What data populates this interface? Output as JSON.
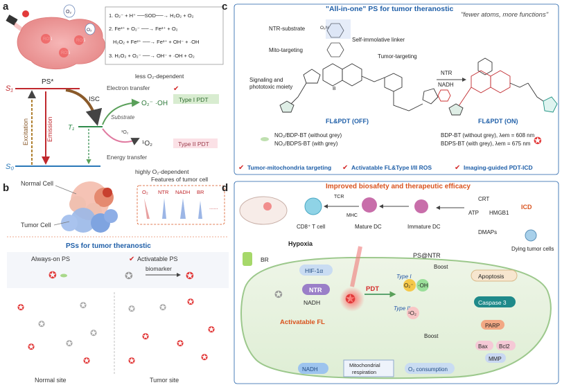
{
  "panel_letters": [
    "a",
    "b",
    "c",
    "d"
  ],
  "a": {
    "o2_label": "O₂",
    "o2_label2": "O₂",
    "ros_label": "ROS",
    "reactions": [
      "1. O₂⁻ + H⁺ ──SOD──→ H₂O₂ + O₂",
      "2. Fe³⁺ + O₂⁻ ──→ Fe²⁺ + O₂",
      "H₂O₂ + Fe²⁺ ──→ Fe³⁺ + OH⁻ + ·OH",
      "3. H₂O₂ + O₂⁻ ──→ OH⁻ + ·OH + O₂"
    ],
    "s1": "S₁",
    "ps_star": "PS*",
    "isc": "ISC",
    "t1": "T₁",
    "s0": "S₀",
    "excitation": "Excitation",
    "emission": "Emission",
    "less_o2": "less O₂-dependent",
    "electron_transfer": "Electron transfer",
    "superoxide": "O₂⁻ ·OH",
    "type1": "Type I PDT",
    "substrate": "Substrate",
    "singlet_o2_small": "³O₂",
    "singlet_o2": "¹O₂",
    "type2": "Type II PDT",
    "energy_transfer": "Energy transfer",
    "highly_o2": "highly O₂-dependent"
  },
  "b": {
    "normal_cell": "Normal Cell",
    "tumor_cell": "Tumor Cell",
    "features_title": "Features of tumor cell",
    "features": [
      "O₂",
      "NTR",
      "NADH",
      "BR",
      "......"
    ],
    "psts_title": "PSs for tumor theranostic",
    "always_on": "Always-on PS",
    "activatable": "Activatable PS",
    "biomarker": "biomarker",
    "normal_site": "Normal site",
    "tumor_site": "Tumor site"
  },
  "c": {
    "title": "\"All-in-one\" PS for tumor theranostic",
    "quote": "\"fewer atoms, more functions\"",
    "ntr_substrate": "NTR-substrate",
    "linker": "Self-immolative linker",
    "mito": "Mito-targeting",
    "tumor_targeting": "Tumor-targeting",
    "signaling": "Signaling and",
    "phototoxic": "phototoxic moiety",
    "ntr": "NTR",
    "nadh": "NADH",
    "no2": "O₂N",
    "fl_off": "FL&PDT (OFF)",
    "fl_on": "FL&PDT (ON)",
    "cmpd1": "NO₂/BDP-BT (without grey)",
    "cmpd2": "NO₂/BDPS-BT (with grey)",
    "em1": "BDP-BT (without grey), λem = 608 nm",
    "em2": "BDPS-BT (with grey), λem = 675 nm",
    "feat1": "Tumor-mitochondria targeting",
    "feat2": "Activatable FL&Type I/II ROS",
    "feat3": "Imaging-guided PDT-ICD"
  },
  "d": {
    "title": "Improved biosafety and therapeutic efficacy",
    "tcr": "TCR",
    "mhc": "MHC",
    "cd8": "CD8⁺ T cell",
    "mature_dc": "Mature DC",
    "immature_dc": "Immature DC",
    "crt": "CRT",
    "atp": "ATP",
    "hmgb1": "HMGB1",
    "icd": "ICD",
    "damps": "DMAPs",
    "dying": "Dying tumor cells",
    "hypoxia": "Hypoxia",
    "br": "BR",
    "hif": "HIF-1α",
    "ntr": "NTR",
    "nadh": "NADH",
    "pdt": "PDT",
    "ps_ntr": "PS@NTR",
    "boost": "Boost",
    "boost2": "Boost",
    "type1": "Type I",
    "type2": "Type II",
    "o2m": "O₂⁻",
    "oh": "·OH",
    "singlet": "¹O₂",
    "activatable_fl": "Activatable FL",
    "apoptosis": "Apoptosis",
    "caspase": "Caspase 3",
    "parp": "PARP",
    "bax": "Bax",
    "bcl2": "Bcl2",
    "mmp": "MMP",
    "nadh_down": "NADH",
    "mito_resp1": "Mitochondrial",
    "mito_resp2": "respiration",
    "o2_consumption": "O₂ consumption"
  },
  "colors": {
    "accent_blue": "#1f5fa8",
    "orange_red": "#d9531e",
    "check_red": "#d42a2a"
  }
}
